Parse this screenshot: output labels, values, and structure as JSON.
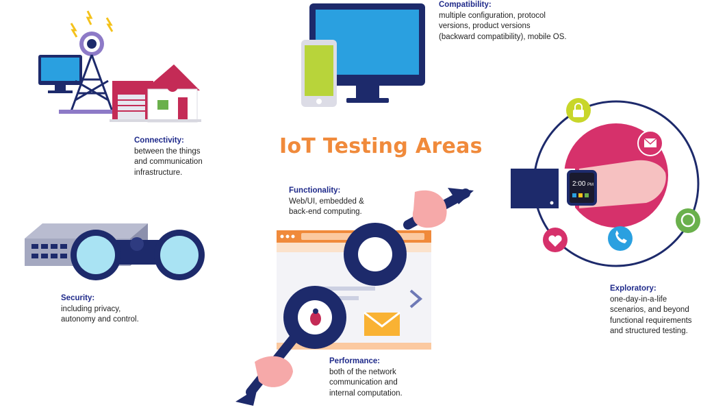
{
  "title": "IoT Testing Areas",
  "colors": {
    "title": "#f08a3b",
    "heading": "#1f2a8a",
    "body": "#222222",
    "navy": "#1d2a6b",
    "pink": "#d6316b",
    "green": "#6ab04c",
    "sky": "#2aa0e0"
  },
  "areas": [
    {
      "heading": "Compatibility:",
      "body": "multiple configuration, protocol\nversions, product versions\n(backward compatibility), mobile OS.",
      "icon": "devices-icon"
    },
    {
      "heading": "Connectivity:",
      "body": "between the things\nand communication\ninfrastructure.",
      "icon": "tower-house-icon"
    },
    {
      "heading": "Functionality:",
      "body": "Web/UI, embedded &\nback-end computing.",
      "icon": "magnifier-icon"
    },
    {
      "heading": "Security:",
      "body": "including privacy,\nautonomy and control.",
      "icon": "binoculars-icon"
    },
    {
      "heading": "Exploratory:",
      "body": "one-day-in-a-life\nscenarios, and beyond\nfunctional requirements\nand structured testing.",
      "icon": "smartwatch-icon"
    },
    {
      "heading": "Performance:",
      "body": "both of the network\ncommunication and\ninternal computation.",
      "icon": "magnifier-icon"
    }
  ],
  "watch": {
    "time": "2:00",
    "ampm": "PM"
  }
}
